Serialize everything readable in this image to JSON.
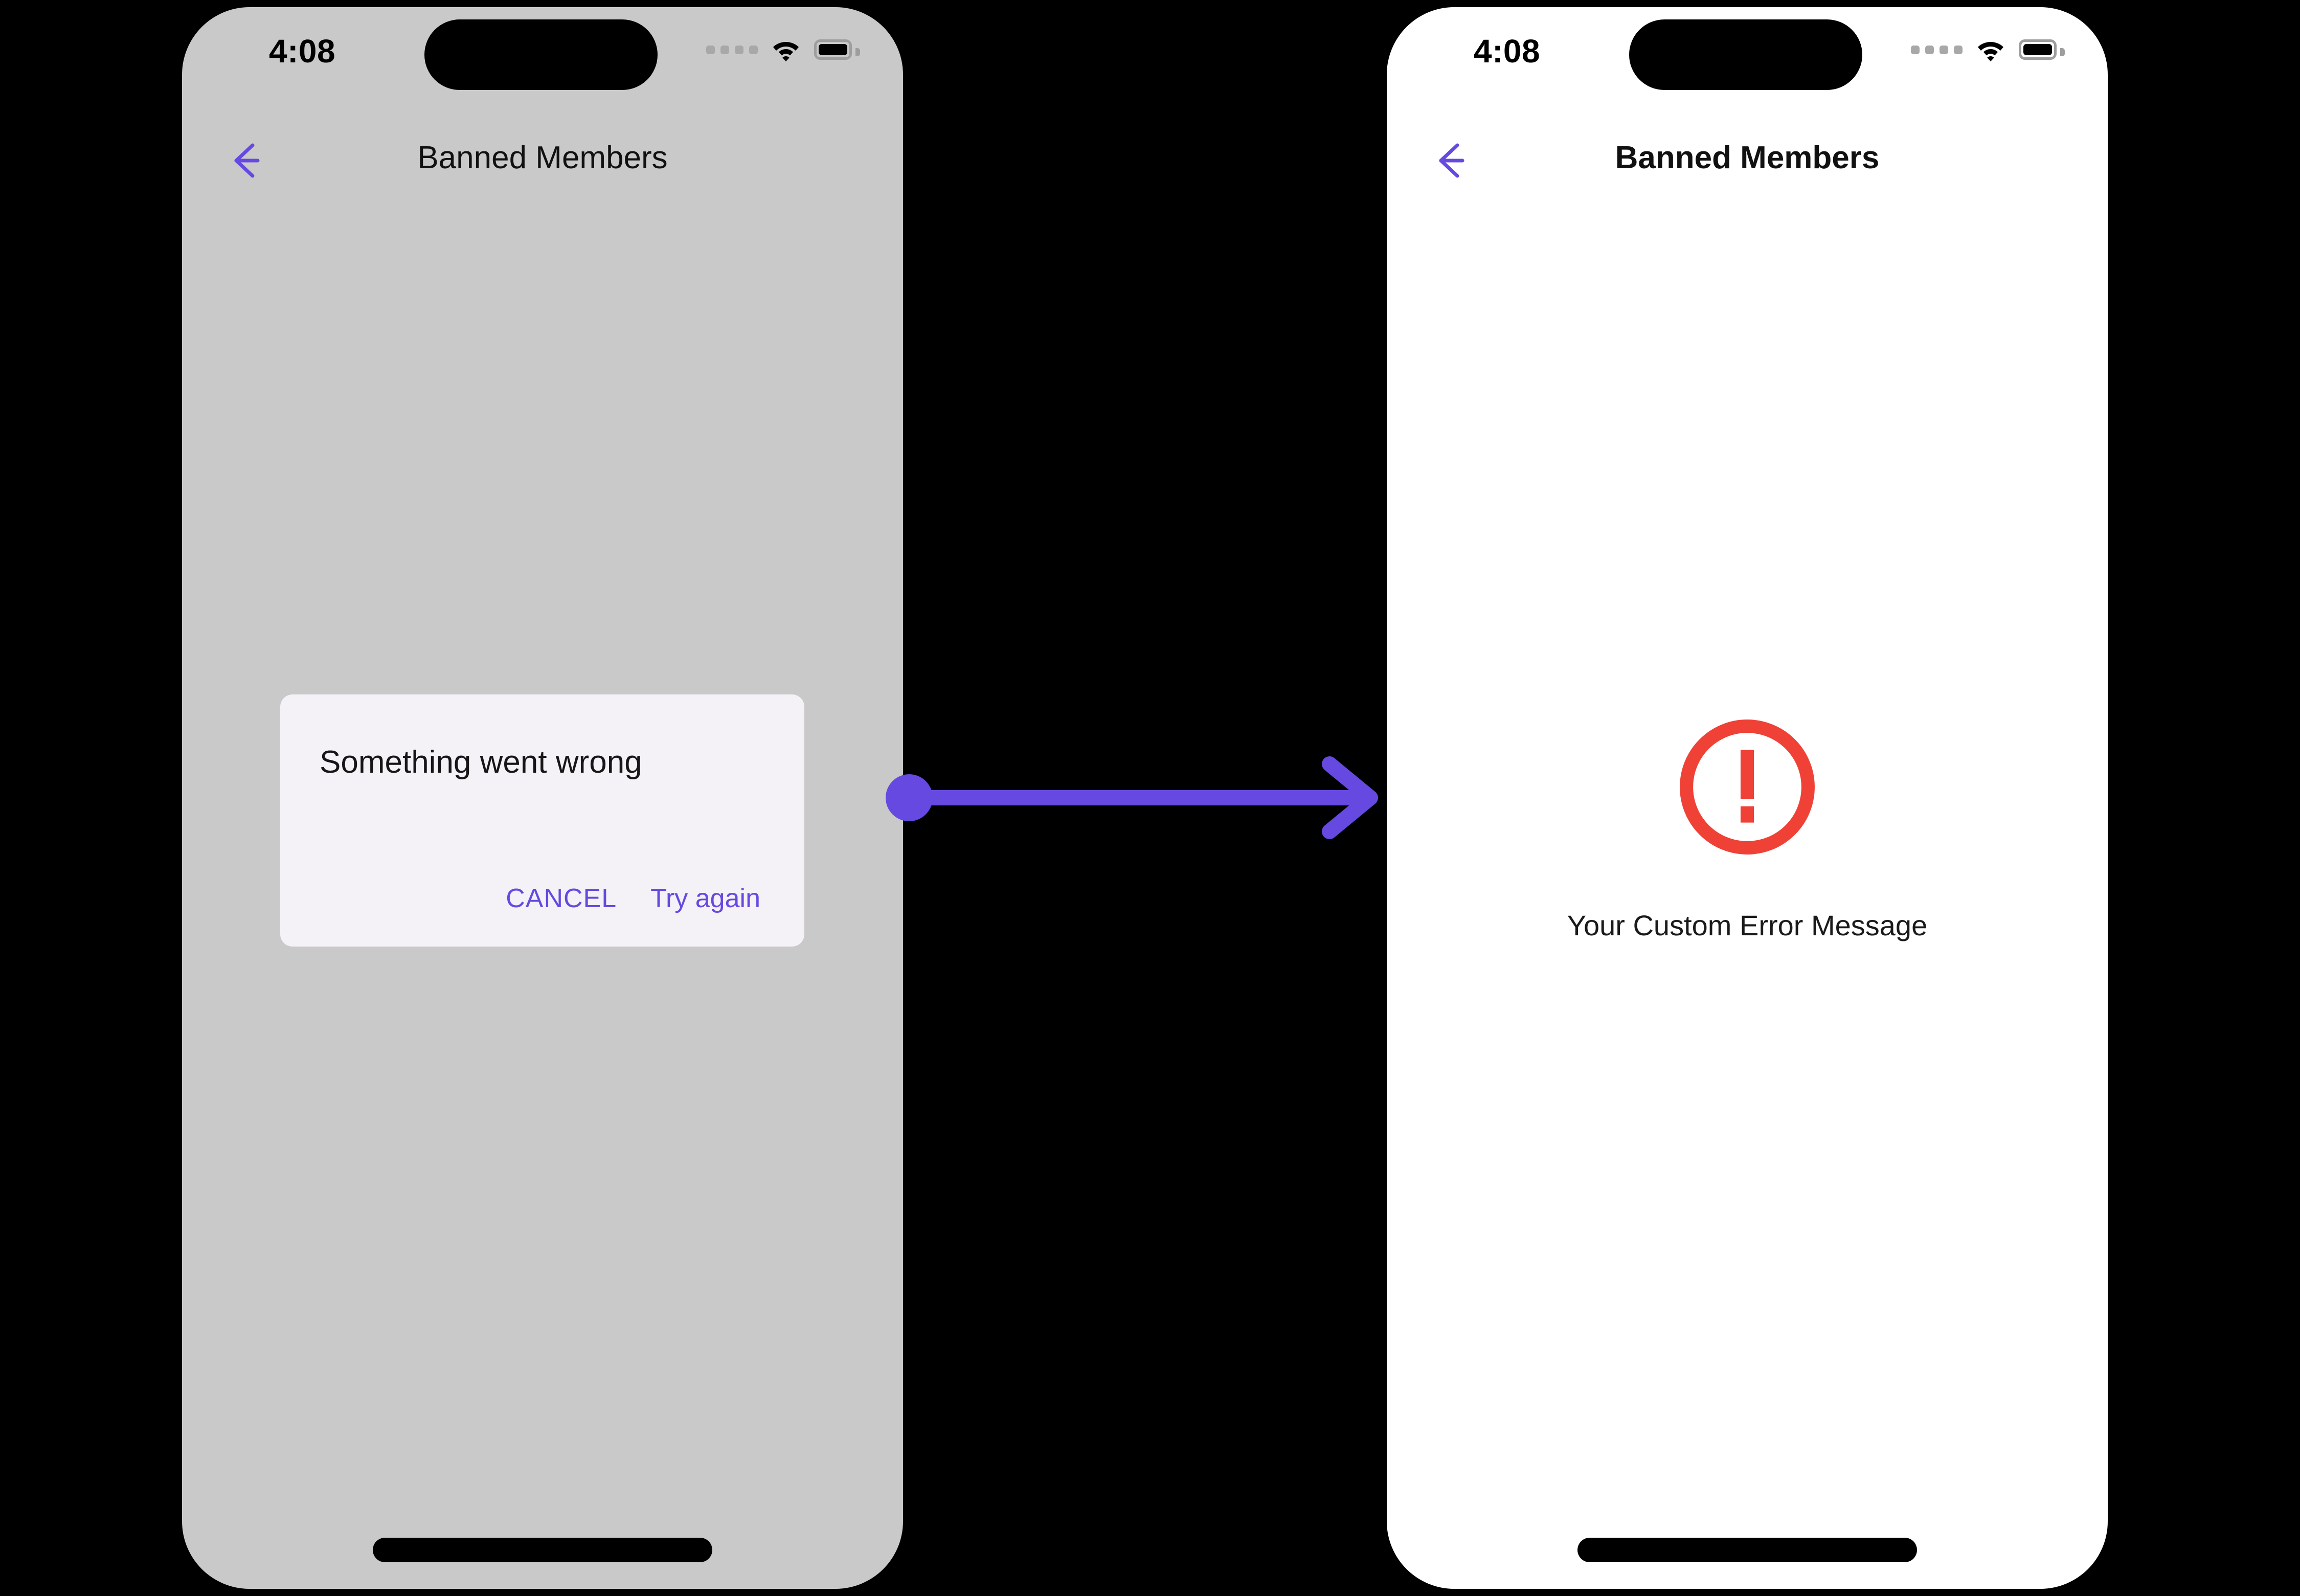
{
  "canvas": {
    "background": "#000000",
    "accent_purple": "#6549e0",
    "error_red": "#ef4136",
    "dialog_bg": "#f4f1f7",
    "left_screen_bg": "#c9c9c9",
    "right_screen_bg": "#ffffff"
  },
  "left_phone": {
    "status_bar": {
      "time": "4:08",
      "signal_icon": "signal-dots-icon",
      "wifi_icon": "wifi-icon",
      "battery_icon": "battery-full-icon"
    },
    "nav": {
      "back_icon": "arrow-left-icon",
      "title": "Banned Members"
    },
    "dialog": {
      "title": "Something went wrong",
      "cancel_label": "CANCEL",
      "retry_label": "Try again"
    }
  },
  "right_phone": {
    "status_bar": {
      "time": "4:08",
      "signal_icon": "signal-dots-icon",
      "wifi_icon": "wifi-icon",
      "battery_icon": "battery-full-icon"
    },
    "nav": {
      "back_icon": "arrow-left-icon",
      "title": "Banned Members"
    },
    "error_state": {
      "icon": "error-circle-exclamation-icon",
      "message": "Your Custom Error Message"
    }
  },
  "connector": {
    "icon": "arrow-right-flow-icon",
    "color": "#6549e0"
  }
}
